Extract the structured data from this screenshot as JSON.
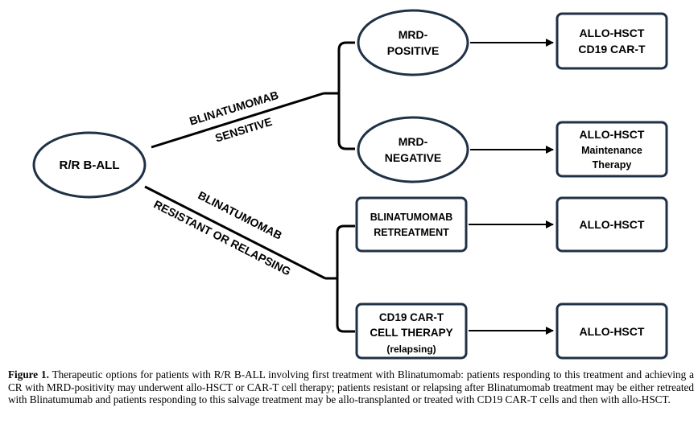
{
  "diagram": {
    "nodes": {
      "rr_ball": "R/R B-ALL",
      "mrd_pos": [
        "MRD-",
        "POSITIVE"
      ],
      "mrd_neg": [
        "MRD-",
        "NEGATIVE"
      ],
      "blin_retreat": [
        "BLINATUMOMAB",
        "RETREATMENT"
      ],
      "cart": [
        "CD19 CAR-T",
        "CELL THERAPY",
        "(relapsing)"
      ],
      "out_pos": [
        "ALLO-HSCT",
        "CD19 CAR-T"
      ],
      "out_neg": [
        "ALLO-HSCT",
        "Maintenance",
        "Therapy"
      ],
      "out_retreat": "ALLO-HSCT",
      "out_cart": "ALLO-HSCT"
    },
    "edges": {
      "sensitive": [
        "BLINATUMOMAB",
        "SENSITIVE"
      ],
      "resistant": [
        "BLINATUMOMAB",
        "RESISTANT OR RELAPSING"
      ]
    }
  },
  "caption": {
    "label": "Figure 1.",
    "text": " Therapeutic options for patients with R/R B-ALL involving first treatment with Blinatumomab: patients responding to this treatment and achieving a CR with MRD-positivity may underwent allo-HSCT or CAR-T cell therapy; patients resistant or relapsing after Blinatumomab treatment may be either retreated with Blinatumumab and patients responding to this salvage treatment may be allo-transplanted or treated with CD19 CAR-T cells and then with allo-HSCT."
  }
}
